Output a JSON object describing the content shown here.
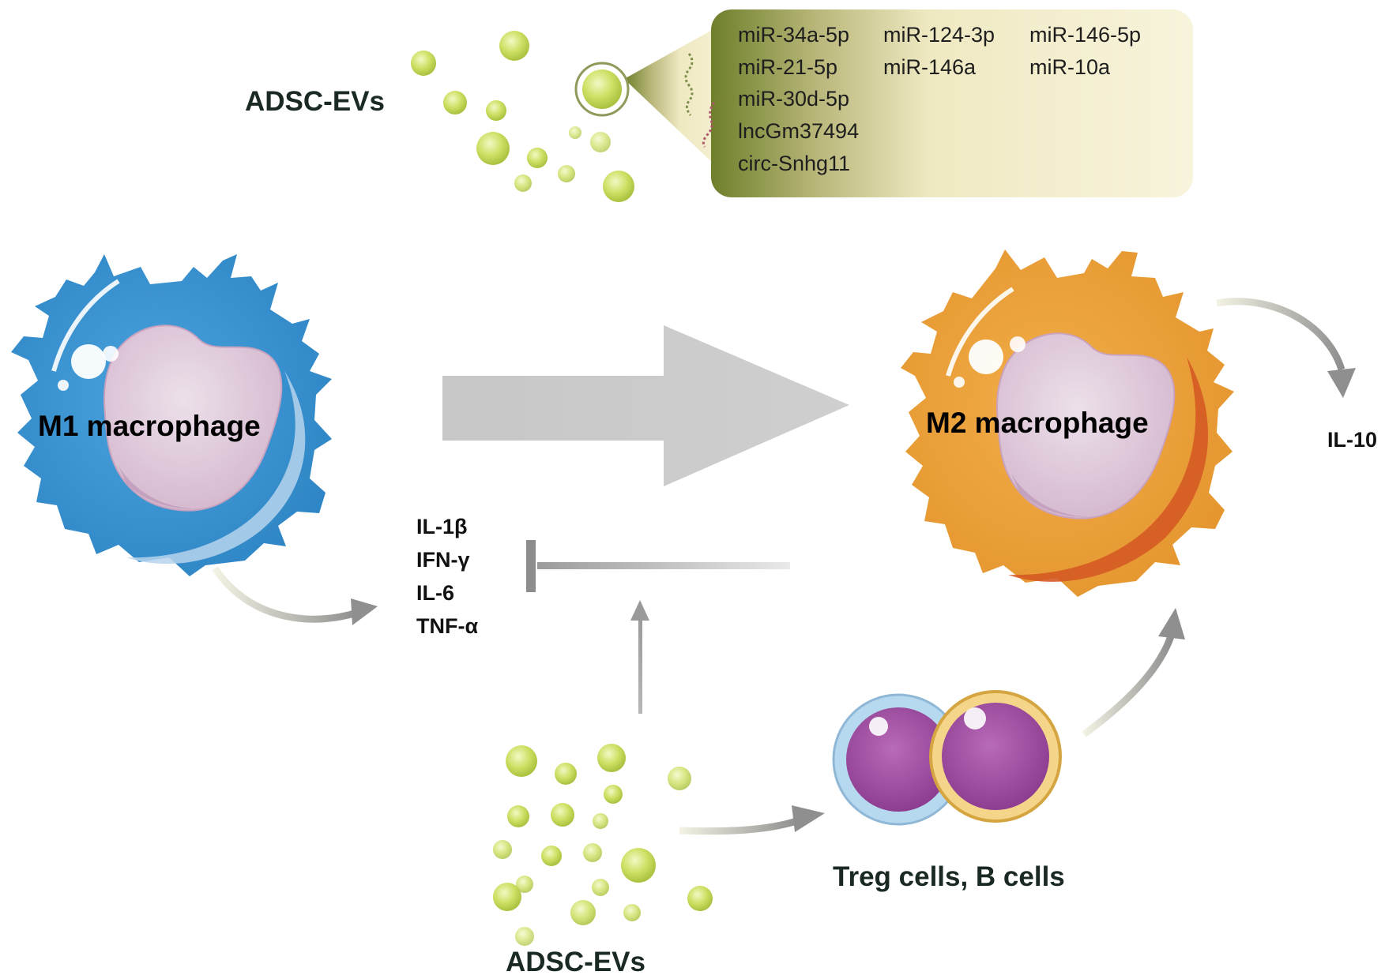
{
  "diagram": {
    "top_ev_label": "ADSC-EVs",
    "bottom_ev_label": "ADSC-EVs",
    "cargo_list": [
      "miR-34a-5p",
      "miR-124-3p",
      "miR-146-5p",
      "miR-21-5p",
      "miR-146a",
      "miR-10a",
      "miR-30d-5p",
      "lncGm37494",
      "circ-Snhg11"
    ],
    "m1_label": "M1 macrophage",
    "m2_label": "M2 macrophage",
    "pro_inflammatory_cytokines": [
      "IL-1β",
      "IFN-γ",
      "IL-6",
      "TNF-α"
    ],
    "anti_inflammatory_cytokine": "IL-10",
    "lymphocytes_label": "Treg cells, B cells",
    "colors": {
      "m1_body": "#3e9ad6",
      "m2_body": "#eea43e",
      "vesicle": "#c9dc5c",
      "callout": "#f6f0cf",
      "arrow": "#9e9e9e"
    }
  }
}
